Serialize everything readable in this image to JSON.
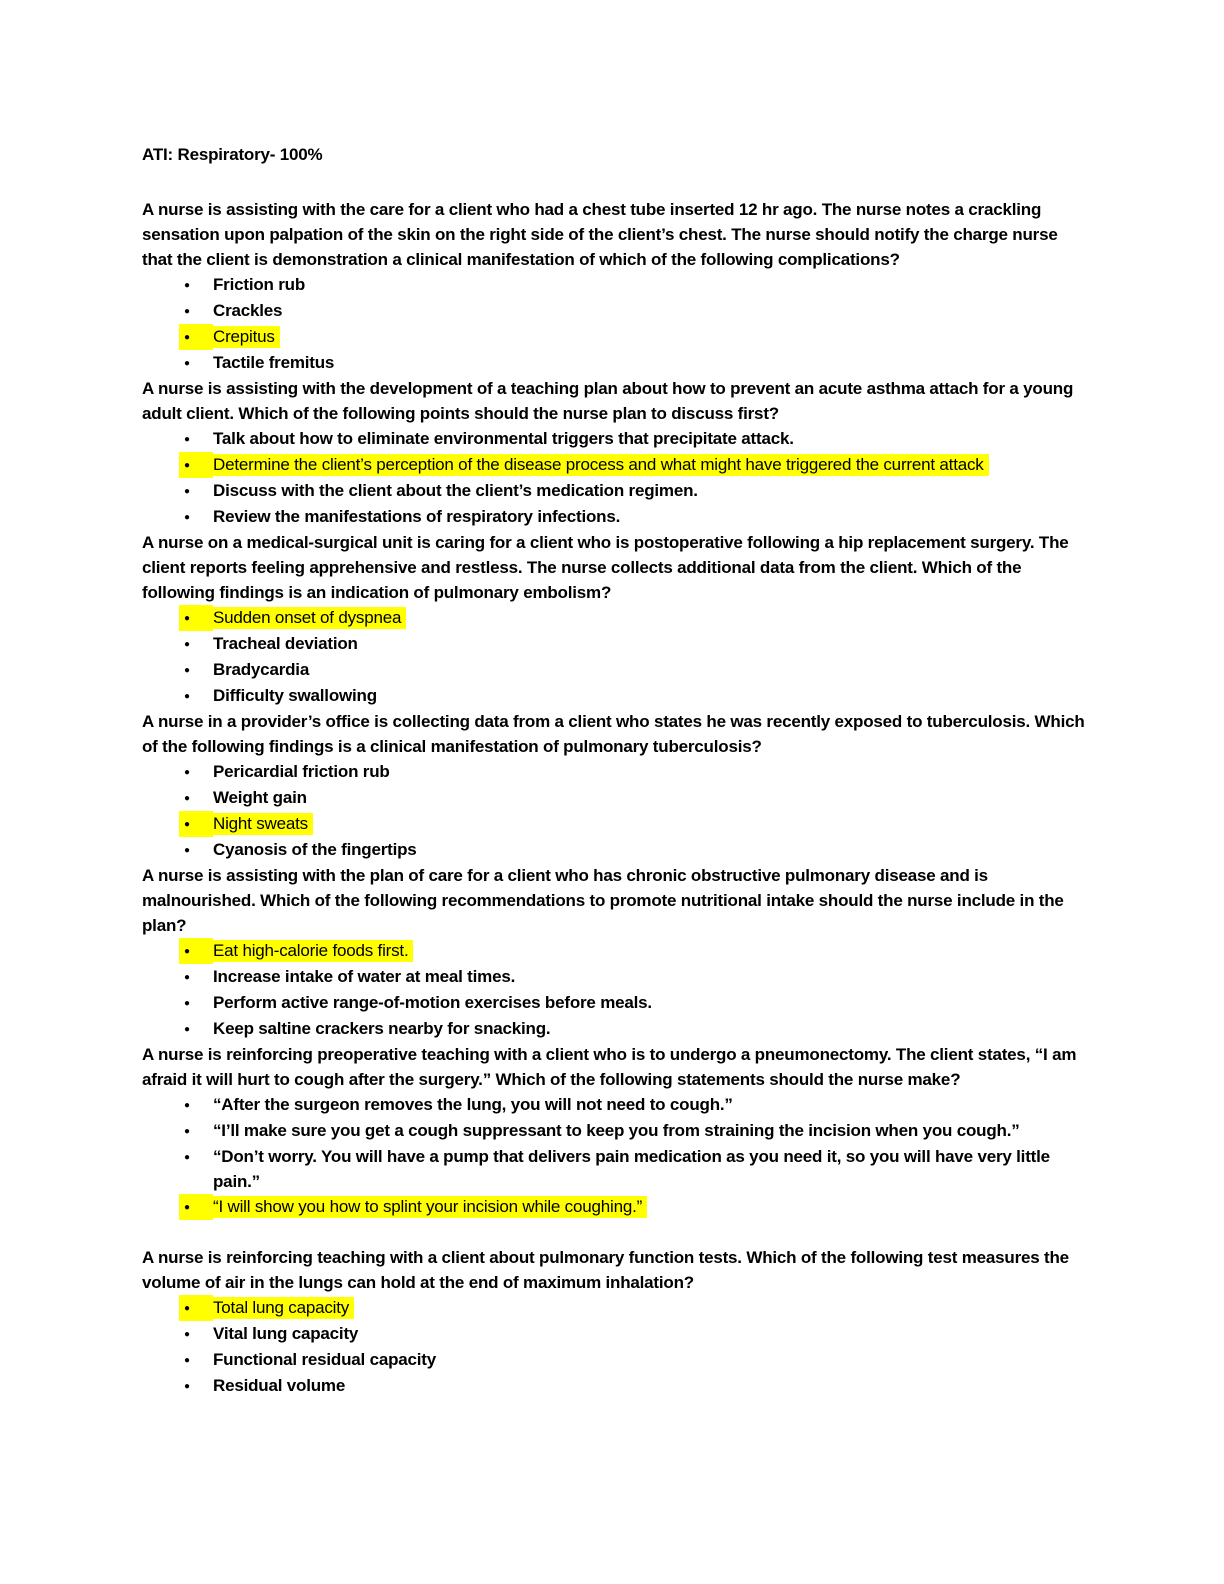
{
  "doc": {
    "title": "ATI: Respiratory- 100%"
  },
  "colors": {
    "highlight": "#ffff00",
    "text": "#000000",
    "page_background": "#ffffff"
  },
  "questions": [
    {
      "text": "A nurse is assisting with the care for a client who had a chest tube inserted 12 hr ago. The nurse notes a crackling sensation upon palpation of the skin on the right side of the client’s chest. The nurse should notify the charge nurse that the client is demonstration a clinical manifestation of which of the following complications?",
      "options": [
        {
          "text": "Friction rub",
          "highlighted": false
        },
        {
          "text": "Crackles",
          "highlighted": false
        },
        {
          "text": "Crepitus",
          "highlighted": true
        },
        {
          "text": "Tactile fremitus",
          "highlighted": false
        }
      ]
    },
    {
      "text": "A nurse is assisting with the development of a teaching plan about how to prevent an acute asthma attach for a young adult client. Which of the following points should the nurse plan to discuss first?",
      "options": [
        {
          "text": "Talk about how to eliminate environmental triggers that precipitate attack.",
          "highlighted": false
        },
        {
          "text": "Determine the client’s perception of the disease process and what might have triggered the current attack",
          "highlighted": true
        },
        {
          "text": "Discuss with the client about the client’s medication regimen.",
          "highlighted": false
        },
        {
          "text": "Review the manifestations of respiratory infections.",
          "highlighted": false
        }
      ]
    },
    {
      "text": "A nurse on a medical-surgical unit is caring for a client who is postoperative following a hip replacement surgery. The client reports feeling apprehensive and restless. The nurse collects additional data from the client. Which of the following findings is an indication of pulmonary embolism?",
      "options": [
        {
          "text": "Sudden onset of dyspnea",
          "highlighted": true
        },
        {
          "text": "Tracheal deviation",
          "highlighted": false
        },
        {
          "text": "Bradycardia",
          "highlighted": false
        },
        {
          "text": "Difficulty swallowing",
          "highlighted": false
        }
      ]
    },
    {
      "text": "A nurse in a provider’s office is collecting data from a client who states he was recently exposed to tuberculosis. Which of the following findings is a clinical manifestation of pulmonary tuberculosis?",
      "options": [
        {
          "text": "Pericardial friction rub",
          "highlighted": false
        },
        {
          "text": "Weight gain",
          "highlighted": false
        },
        {
          "text": "Night sweats",
          "highlighted": true
        },
        {
          "text": "Cyanosis of the fingertips",
          "highlighted": false
        }
      ]
    },
    {
      "text": "A nurse is assisting with the plan of care for a client who has chronic obstructive pulmonary disease and is malnourished. Which of the following recommendations to promote nutritional intake should the nurse include in the plan?",
      "options": [
        {
          "text": "Eat high-calorie foods first.",
          "highlighted": true
        },
        {
          "text": "Increase intake of water at meal times.",
          "highlighted": false
        },
        {
          "text": "Perform active range-of-motion exercises before meals.",
          "highlighted": false
        },
        {
          "text": "Keep saltine crackers nearby for snacking.",
          "highlighted": false
        }
      ]
    },
    {
      "text": "A nurse is reinforcing preoperative teaching with a client who is to undergo a pneumonectomy. The client states, “I am afraid it will hurt to cough after the surgery.” Which of the following statements should the nurse make?",
      "options": [
        {
          "text": "“After the surgeon removes the lung, you will not need to cough.”",
          "highlighted": false
        },
        {
          "text": "“I’ll make sure you get a cough suppressant to keep you from straining the incision when you cough.”",
          "highlighted": false
        },
        {
          "text": "“Don’t worry. You will have a pump that delivers pain medication as you need it, so you will have very little pain.”",
          "highlighted": false
        },
        {
          "text": "“I will show you how to splint your incision while coughing.”",
          "highlighted": true
        }
      ]
    },
    {
      "text": "A nurse is reinforcing teaching with a client about pulmonary function tests. Which of the following test measures the volume of air in the lungs can hold at the end of maximum inhalation?",
      "options": [
        {
          "text": "Total lung capacity",
          "highlighted": true
        },
        {
          "text": "Vital lung capacity",
          "highlighted": false
        },
        {
          "text": "Functional residual capacity",
          "highlighted": false
        },
        {
          "text": "Residual volume",
          "highlighted": false
        }
      ]
    }
  ]
}
